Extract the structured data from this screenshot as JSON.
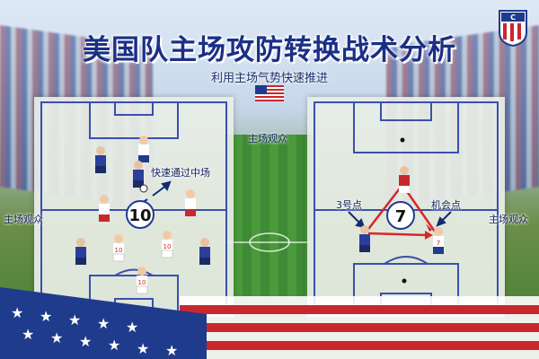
{
  "title": "美国队主场攻防转换战术分析",
  "subtitle": "利用主场气势快速推进",
  "labels": {
    "home_crowd_left": "主场观众",
    "home_crowd_top": "主场观众",
    "home_crowd_right": "主场观众",
    "quick_pass": "快速通过中场",
    "slot_3": "3号点",
    "chance_point": "机会点"
  },
  "left_panel": {
    "jersey_number": "10",
    "players": [
      {
        "kind": "home",
        "number": ""
      },
      {
        "kind": "away",
        "number": ""
      },
      {
        "kind": "away",
        "number": ""
      },
      {
        "kind": "home",
        "number": ""
      },
      {
        "kind": "home",
        "number": ""
      },
      {
        "kind": "away",
        "number": ""
      },
      {
        "kind": "home",
        "number": "10"
      },
      {
        "kind": "home",
        "number": "10"
      },
      {
        "kind": "away",
        "number": ""
      },
      {
        "kind": "home",
        "number": "10"
      }
    ]
  },
  "right_panel": {
    "jersey_number": "7",
    "players": [
      {
        "kind": "away_red",
        "number": ""
      },
      {
        "kind": "away",
        "number": ""
      },
      {
        "kind": "home",
        "number": "7"
      }
    ]
  },
  "colors": {
    "home_blue": "#1f3b8c",
    "home_red": "#c9272e",
    "line_blue": "#3a4fae",
    "arrow_red": "#d8262b",
    "arrow_navy": "#132a73"
  }
}
